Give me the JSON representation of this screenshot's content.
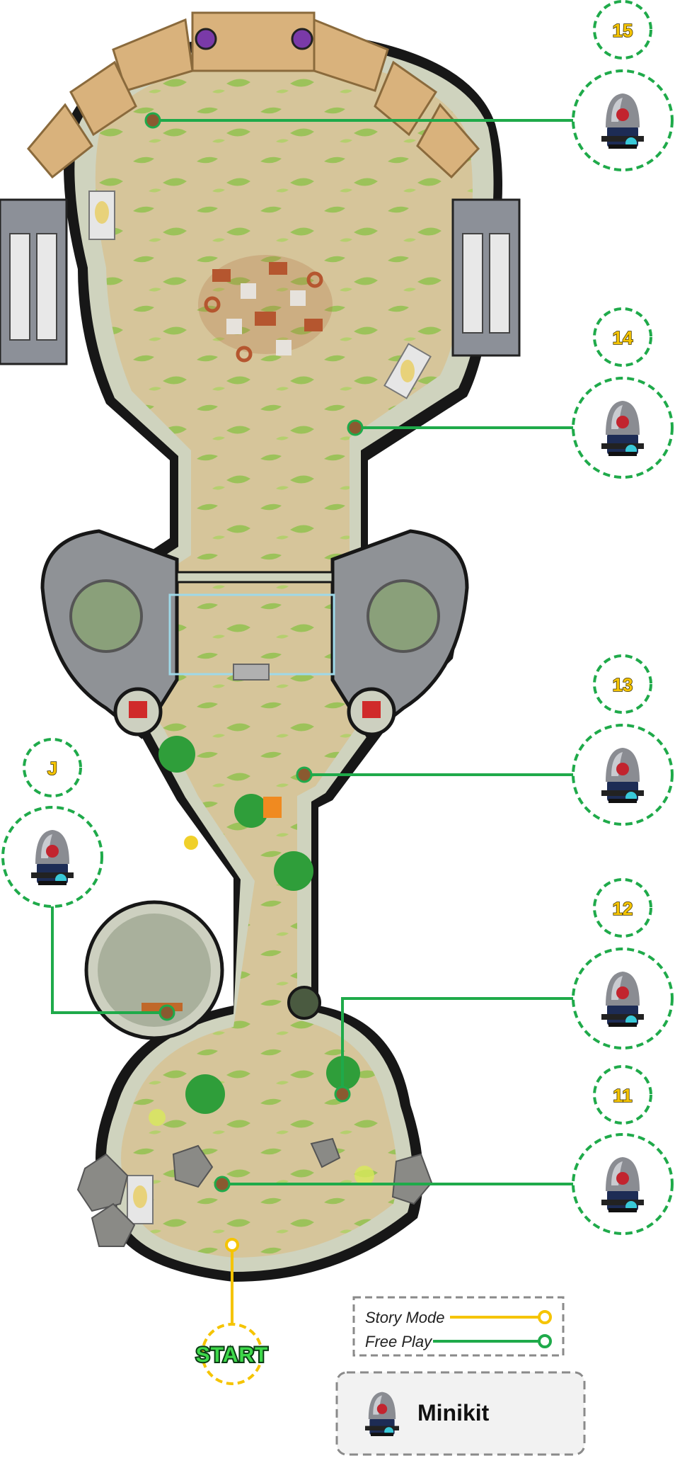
{
  "map": {
    "markers": [
      {
        "id": "m15",
        "label": "15",
        "mode": "free_play",
        "collectible": "Minikit"
      },
      {
        "id": "m14",
        "label": "14",
        "mode": "free_play",
        "collectible": "Minikit"
      },
      {
        "id": "m13",
        "label": "13",
        "mode": "free_play",
        "collectible": "Minikit"
      },
      {
        "id": "mJ",
        "label": "J",
        "mode": "free_play",
        "collectible": "Minikit"
      },
      {
        "id": "m12",
        "label": "12",
        "mode": "free_play",
        "collectible": "Minikit"
      },
      {
        "id": "m11",
        "label": "11",
        "mode": "free_play",
        "collectible": "Minikit"
      }
    ],
    "start_label": "START"
  },
  "legend": {
    "story_mode_label": "Story Mode",
    "free_play_label": "Free Play",
    "story_color": "#f5c400",
    "free_color": "#1faa4a"
  },
  "key": {
    "minikit_label": "Minikit",
    "icon": "minikit-icon"
  },
  "colors": {
    "ground": "#d6c59a",
    "grass": "#8fba4a",
    "wall": "#c9ccb8",
    "outline": "#151515",
    "rock": "#8a8a86",
    "metal": "#8e9094"
  }
}
